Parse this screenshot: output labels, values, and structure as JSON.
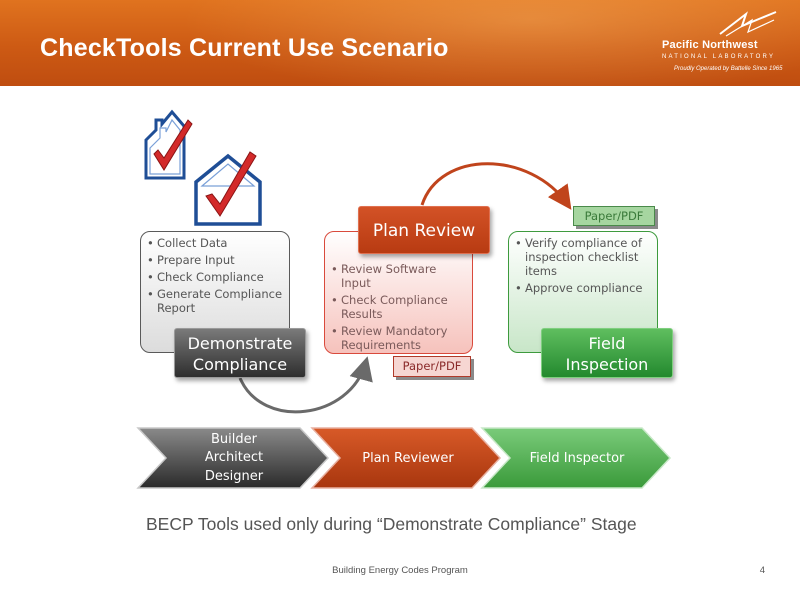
{
  "slide": {
    "title": "CheckTools Current Use Scenario",
    "logo": {
      "name": "Pacific Northwest",
      "subtitle": "NATIONAL LABORATORY",
      "tagline": "Proudly Operated by Battelle Since 1965"
    },
    "icons": [
      "house-checklist-icon",
      "house-checkmark-icon"
    ],
    "stages": {
      "demonstrate": {
        "label_line1": "Demonstrate",
        "label_line2": "Compliance",
        "bullets": [
          "Collect Data",
          "Prepare Input",
          "Check Compliance",
          "Generate Compliance Report"
        ]
      },
      "plan_review": {
        "label": "Plan Review",
        "bullets": [
          "Review Software Input",
          "Check Compliance Results",
          "Review Mandatory Requirements"
        ],
        "output_tag": "Paper/PDF"
      },
      "field_inspection": {
        "label_line1": "Field",
        "label_line2": "Inspection",
        "bullets": [
          "Verify compliance of inspection checklist items",
          "Approve compliance"
        ],
        "output_tag": "Paper/PDF"
      }
    },
    "roles": {
      "builder": [
        "Builder",
        "Architect",
        "Designer"
      ],
      "plan_reviewer": "Plan Reviewer",
      "field_inspector": "Field Inspector"
    },
    "note": "BECP Tools used only during “Demonstrate Compliance” Stage",
    "footer": "Building Energy Codes Program",
    "page_number": "4",
    "colors": {
      "header": "#cd5a14",
      "stage_gray": "#2e2e2e",
      "stage_red": "#b83b12",
      "stage_green": "#23892e"
    }
  }
}
